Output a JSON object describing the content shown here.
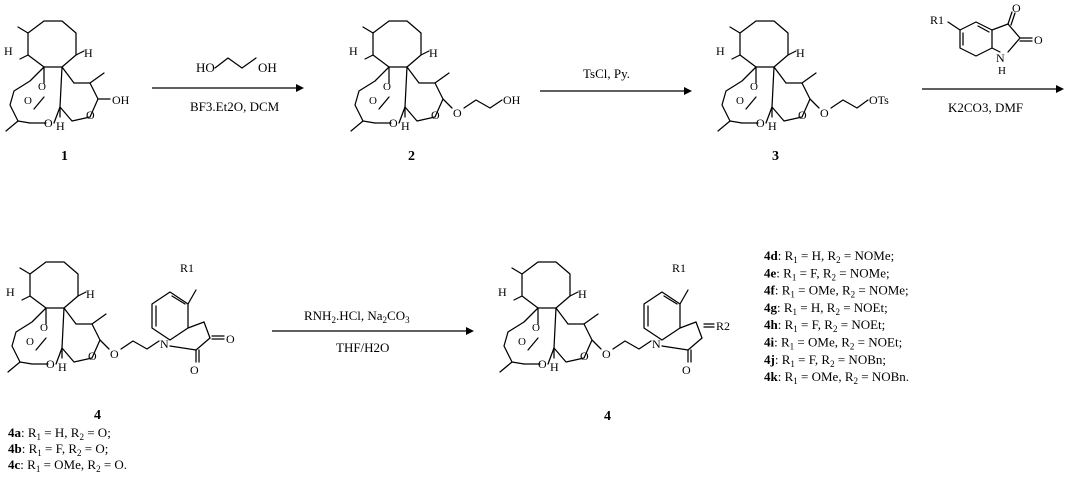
{
  "compounds": {
    "c1": "1",
    "c2": "2",
    "c3": "3",
    "c4_top": "4",
    "c4_bottom": "4"
  },
  "reagents": {
    "step1_above": "HO–CH2–CH2–OH",
    "step1_ho": "HO",
    "step1_oh": "OH",
    "step1_below": "BF3.Et2O, DCM",
    "step2_above": "TsCl, Py.",
    "step3_below": "K2CO3, DMF",
    "step4_above": "RNH2.HCl, Na2CO3",
    "step4_below": "THF/H2O"
  },
  "atoms": {
    "H": "H",
    "O": "O",
    "OH": "OH",
    "OTs": "OTs",
    "N": "N",
    "R1": "R1",
    "R2": "R2"
  },
  "list_left": [
    {
      "id": "4a",
      "r1": "H",
      "r2": "O",
      "end": ";"
    },
    {
      "id": "4b",
      "r1": "F",
      "r2": "O",
      "end": ";"
    },
    {
      "id": "4c",
      "r1": "OMe",
      "r2": "O",
      "end": "."
    }
  ],
  "list_right": [
    {
      "id": "4d",
      "r1": "H",
      "r2": "NOMe",
      "end": ";"
    },
    {
      "id": "4e",
      "r1": "F",
      "r2": "NOMe",
      "end": ";"
    },
    {
      "id": "4f",
      "r1": "OMe",
      "r2": "NOMe",
      "end": ";"
    },
    {
      "id": "4g",
      "r1": "H",
      "r2": "NOEt",
      "end": ";"
    },
    {
      "id": "4h",
      "r1": "F",
      "r2": "NOEt",
      "end": ";"
    },
    {
      "id": "4i",
      "r1": "OMe",
      "r2": "NOEt",
      "end": ";"
    },
    {
      "id": "4j",
      "r1": "F",
      "r2": "NOBn",
      "end": ";"
    },
    {
      "id": "4k",
      "r1": "OMe",
      "r2": "NOBn",
      "end": "."
    }
  ]
}
